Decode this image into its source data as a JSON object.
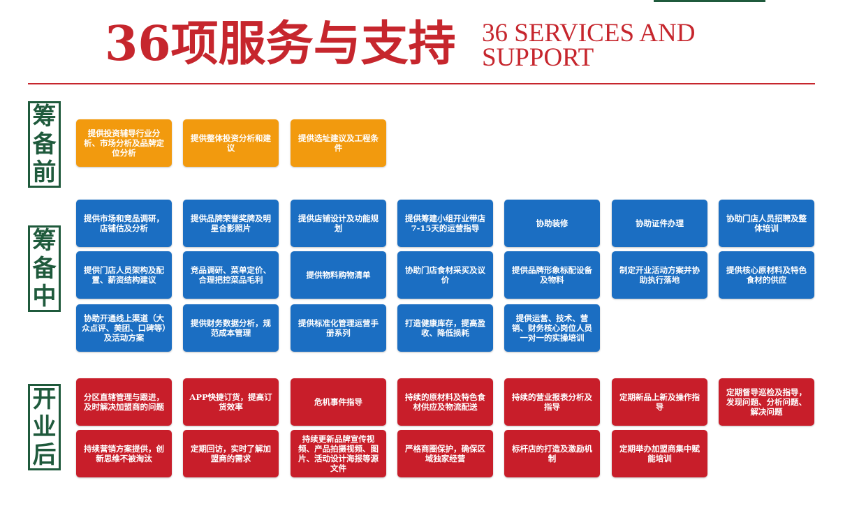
{
  "header": {
    "title_cn": "36项服务与支持",
    "title_en_line1": "36 SERVICES AND",
    "title_en_line2": "SUPPORT"
  },
  "colors": {
    "accent_red": "#c6262d",
    "label_green": "#1f5a3c",
    "orange": "#f29a0e",
    "blue": "#1b6ec2",
    "red": "#c81e2a"
  },
  "stages": {
    "before": {
      "char1": "筹",
      "char2": "备",
      "char3": "前",
      "items": [
        "提供投资辅导行业分析、市场分析及品牌定位分析",
        "提供整体投资分析和建议",
        "提供选址建议及工程条件"
      ]
    },
    "during": {
      "char1": "筹",
      "char2": "备",
      "char3": "中",
      "items": [
        "提供市场和竞品调研，店铺估及分析",
        "提供品牌荣誉奖牌及明星合影照片",
        "提供店铺设计及功能规划",
        "提供筹建小组开业带店7-15天的运营指导",
        "协助装修",
        "协助证件办理",
        "协助门店人员招聘及整体培训",
        "提供门店人员架构及配置、薪资结构建议",
        "竞品调研、菜单定价、合理把控菜品毛利",
        "提供物料购物清单",
        "协助门店食材采买及议价",
        "提供品牌形象标配设备及物料",
        "制定开业活动方案并协助执行落地",
        "提供核心原材料及特色食材的供应",
        "协助开通线上渠道（大众点评、美团、口碑等）及活动方案",
        "提供财务数据分析，规范成本管理",
        "提供标准化管理运营手册系列",
        "打造健康库存，提高盈收、降低损耗",
        "提供运营、技术、营销、财务核心岗位人员一对一的实操培训"
      ]
    },
    "after": {
      "char1": "开",
      "char2": "业",
      "char3": "后",
      "items": [
        "分区直辖管理与跟进，及时解决加盟商的问题",
        "APP快捷订货，提高订货效率",
        "危机事件指导",
        "持续的原材料及特色食材供应及物流配送",
        "持续的营业报表分析及指导",
        "定期新品上新及操作指导",
        "定期督导巡检及指导，发现问题、分析问题、解决问题",
        "持续营销方案提供，创新思维不被淘汰",
        "定期回访，实时了解加盟商的需求",
        "持续更新品牌宣传视频、产品拍摄视频、图片、活动设计海报等源文件",
        "严格商圈保护，确保区域独家经营",
        "标杆店的打造及激励机制",
        "定期举办加盟商集中赋能培训"
      ]
    }
  }
}
